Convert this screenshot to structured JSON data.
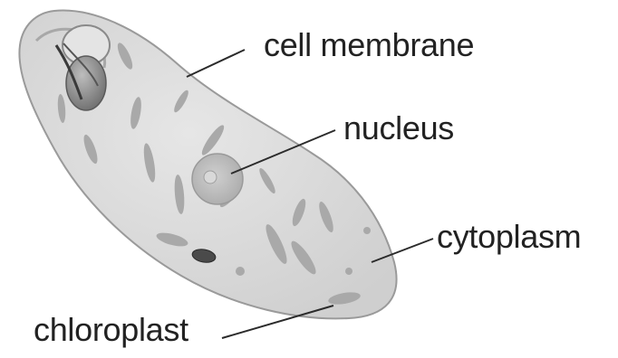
{
  "diagram": {
    "subject": "euglena cell",
    "colors": {
      "cell_fill": "#d8d8d8",
      "cell_outline": "#9a9a9a",
      "organelle": "#a9a9a9",
      "nucleus": "#bdbdbd",
      "leader_line": "#2b2b2b",
      "label_text": "#222222"
    },
    "labels": {
      "cell_membrane": "cell membrane",
      "nucleus": "nucleus",
      "cytoplasm": "cytoplasm",
      "chloroplast": "chloroplast"
    }
  }
}
